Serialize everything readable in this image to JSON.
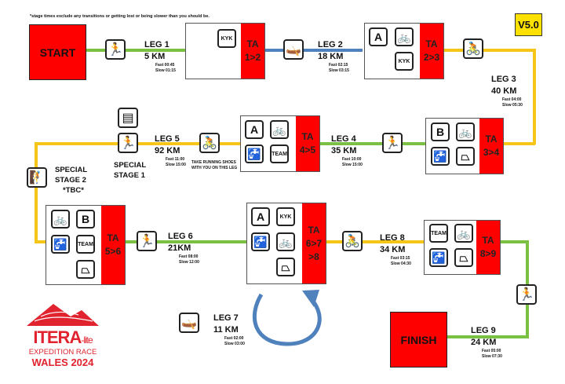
{
  "note": "*stage times exclude any transitions or getting lost or being slower than you should be.",
  "version": "V5.0",
  "start_label": "START",
  "finish_label": "FINISH",
  "legs": [
    {
      "title": "LEG 1",
      "distance": "5 KM",
      "fast": "Fast 00:45",
      "slow": "Slow 01:15",
      "discipline": "run",
      "color": "#7ac143"
    },
    {
      "title": "LEG 2",
      "distance": "18 KM",
      "fast": "Fast 02:15",
      "slow": "Slow 03:15",
      "discipline": "kayak",
      "color": "#4f81bd"
    },
    {
      "title": "LEG 3",
      "distance": "40 KM",
      "fast": "Fast 04:00",
      "slow": "Slow 05:30",
      "discipline": "bike",
      "color": "#f5c518"
    },
    {
      "title": "LEG 4",
      "distance": "35 KM",
      "fast": "Fast 10:00",
      "slow": "Slow 15:00",
      "discipline": "run",
      "color": "#7ac143"
    },
    {
      "title": "LEG 5",
      "distance": "92 KM",
      "fast": "Fast 11:00",
      "slow": "Slow 15:00",
      "discipline": "bike",
      "color": "#f5c518"
    },
    {
      "title": "LEG 6",
      "distance": "21KM",
      "fast": "Fast 08:00",
      "slow": "Slow 12:00",
      "discipline": "run",
      "color": "#7ac143"
    },
    {
      "title": "LEG 7",
      "distance": "11 KM",
      "fast": "Fast 02:00",
      "slow": "Slow 03:00",
      "discipline": "kayak",
      "color": "#4f81bd"
    },
    {
      "title": "LEG 8",
      "distance": "34 KM",
      "fast": "Fast 03:15",
      "slow": "Slow 04:30",
      "discipline": "bike",
      "color": "#f5c518"
    },
    {
      "title": "LEG 9",
      "distance": "24 KM",
      "fast": "Fast 05:00",
      "slow": "Slow 07:30",
      "discipline": "run",
      "color": "#7ac143"
    }
  ],
  "transitions": [
    {
      "label": "TA",
      "code": "1>2"
    },
    {
      "label": "TA",
      "code": "2>3"
    },
    {
      "label": "TA",
      "code": "3>4"
    },
    {
      "label": "TA",
      "code": "4>5"
    },
    {
      "label": "TA",
      "code": "5>6"
    },
    {
      "label": "TA",
      "code": "6>7",
      "code2": ">8"
    },
    {
      "label": "TA",
      "code": "8>9"
    }
  ],
  "icons": {
    "box_a": "A",
    "box_b": "B",
    "team": "TEAM",
    "kayak_box": "KYK"
  },
  "leg5_note": "TAKE RUNNING SHOES WITH YOU ON THIS LEG",
  "special1": [
    "SPECIAL",
    "STAGE 1"
  ],
  "special2": [
    "SPECIAL",
    "STAGE 2",
    "*TBC*"
  ],
  "logo": {
    "name": "ITERA",
    "suffix": "-lite",
    "line1": "EXPEDITION RACE",
    "line2": "WALES 2024",
    "color": "#e0232e"
  }
}
